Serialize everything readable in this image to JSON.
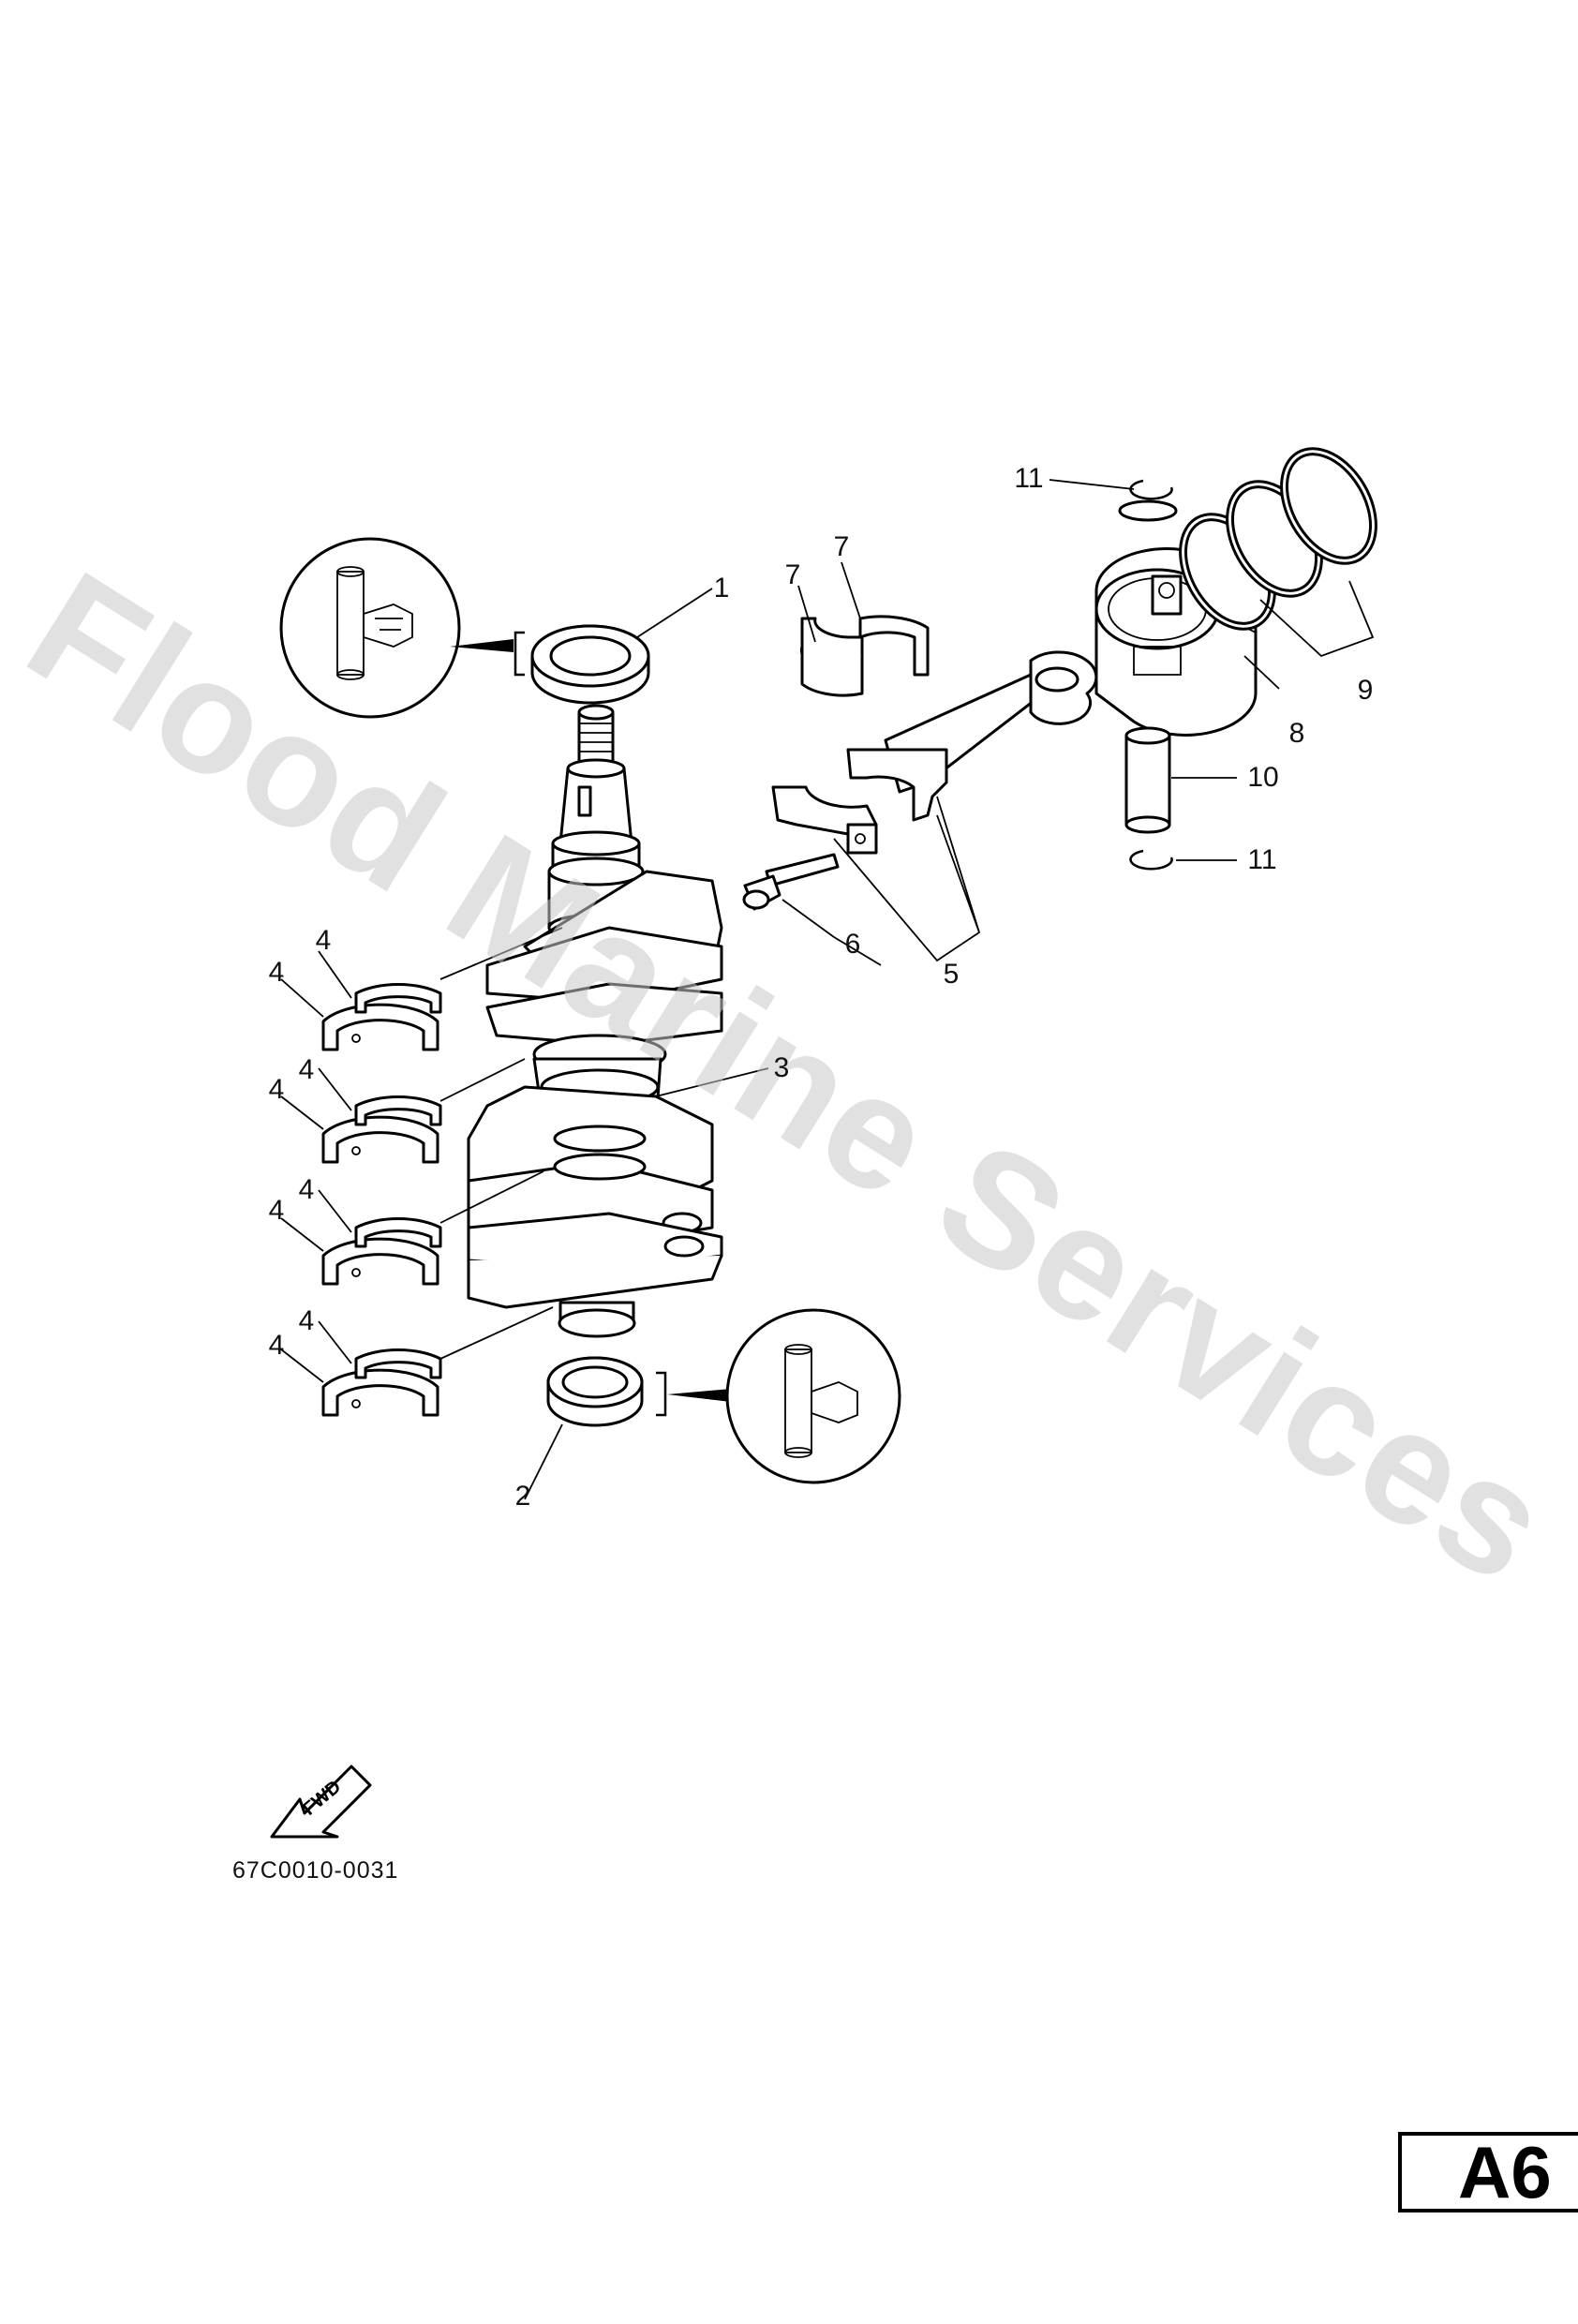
{
  "watermark": "Flood Marine Services",
  "diagram_code": "67C0010-0031",
  "page_code": "A6",
  "fwd_label": "FWD",
  "callouts": {
    "c1": "1",
    "c2": "2",
    "c3": "3",
    "c4a": "4",
    "c4b": "4",
    "c4c": "4",
    "c4d": "4",
    "c4e": "4",
    "c4f": "4",
    "c4g": "4",
    "c4h": "4",
    "c5": "5",
    "c6": "6",
    "c7a": "7",
    "c7b": "7",
    "c8": "8",
    "c9": "9",
    "c10": "10",
    "c11a": "11",
    "c11b": "11"
  }
}
